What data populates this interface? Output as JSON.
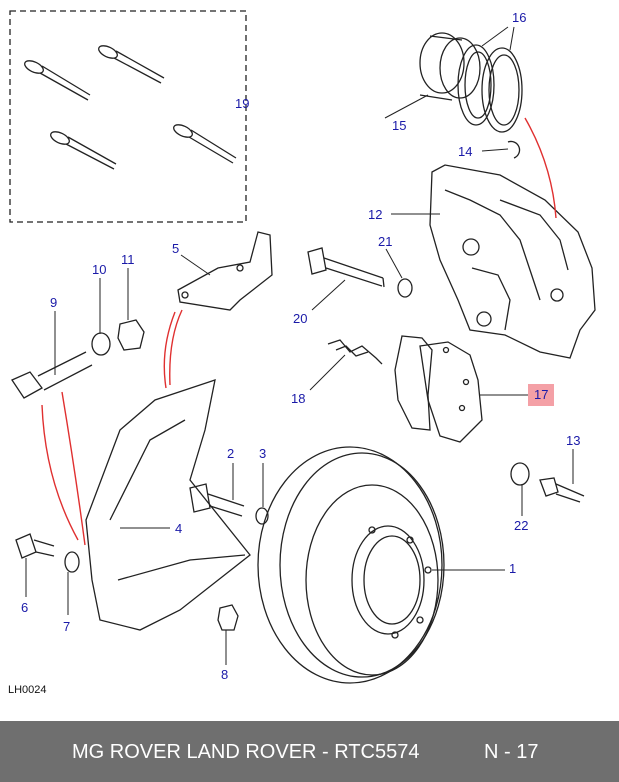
{
  "diagram": {
    "callouts": [
      {
        "id": "1",
        "label": "1"
      },
      {
        "id": "2",
        "label": "2"
      },
      {
        "id": "3",
        "label": "3"
      },
      {
        "id": "4",
        "label": "4"
      },
      {
        "id": "5",
        "label": "5"
      },
      {
        "id": "6",
        "label": "6"
      },
      {
        "id": "7",
        "label": "7"
      },
      {
        "id": "8",
        "label": "8"
      },
      {
        "id": "9",
        "label": "9"
      },
      {
        "id": "10",
        "label": "10"
      },
      {
        "id": "11",
        "label": "11"
      },
      {
        "id": "12",
        "label": "12"
      },
      {
        "id": "13",
        "label": "13"
      },
      {
        "id": "14",
        "label": "14"
      },
      {
        "id": "15",
        "label": "15"
      },
      {
        "id": "16",
        "label": "16"
      },
      {
        "id": "17",
        "label": "17",
        "highlighted": true
      },
      {
        "id": "18",
        "label": "18"
      },
      {
        "id": "19",
        "label": "19"
      },
      {
        "id": "20",
        "label": "20"
      },
      {
        "id": "21",
        "label": "21"
      },
      {
        "id": "22",
        "label": "22"
      }
    ],
    "reference_code": "LH0024",
    "colors": {
      "label": "#1a1aa8",
      "highlight": "#f4a0a6",
      "leader_red": "#e03030",
      "footer_bg": "#6f6f6f"
    }
  },
  "footer": {
    "title": "MG ROVER LAND ROVER - RTC5574",
    "page": "N - 17"
  }
}
